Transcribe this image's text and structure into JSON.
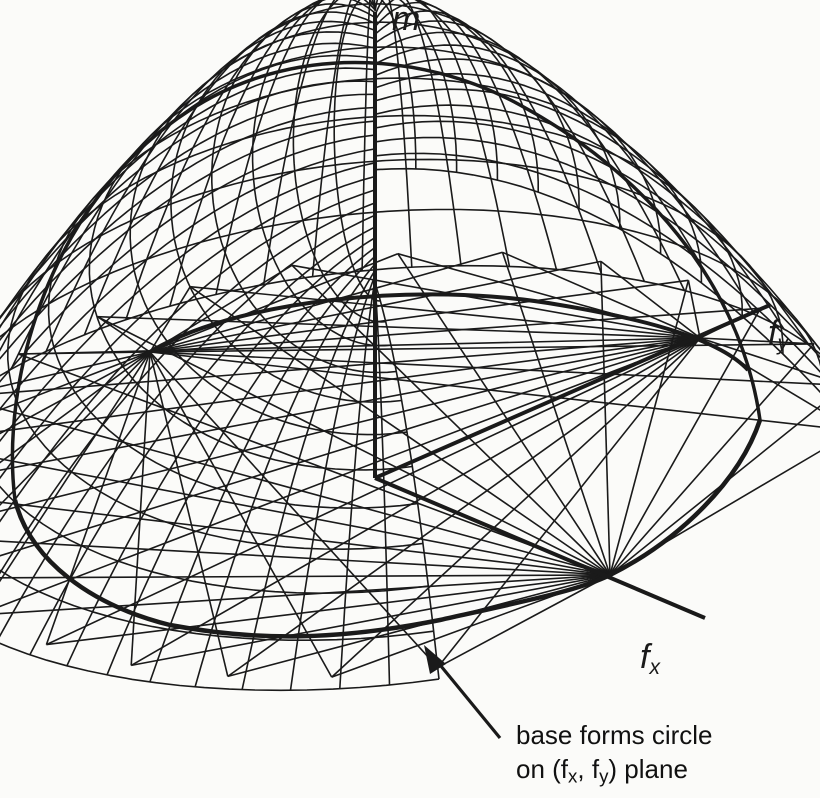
{
  "axes": {
    "m": "m",
    "fy_letter": "f",
    "fy_sub": "y",
    "fx_letter": "f",
    "fx_sub": "x"
  },
  "annotation": {
    "line1": "base forms circle",
    "line2_prefix": "on (f",
    "line2_sub1": "x",
    "line2_mid": ", f",
    "line2_sub2": "y",
    "line2_suffix": ") plane"
  },
  "colors": {
    "ink": "#1a1a1a",
    "paper": "#fbfbf9"
  }
}
